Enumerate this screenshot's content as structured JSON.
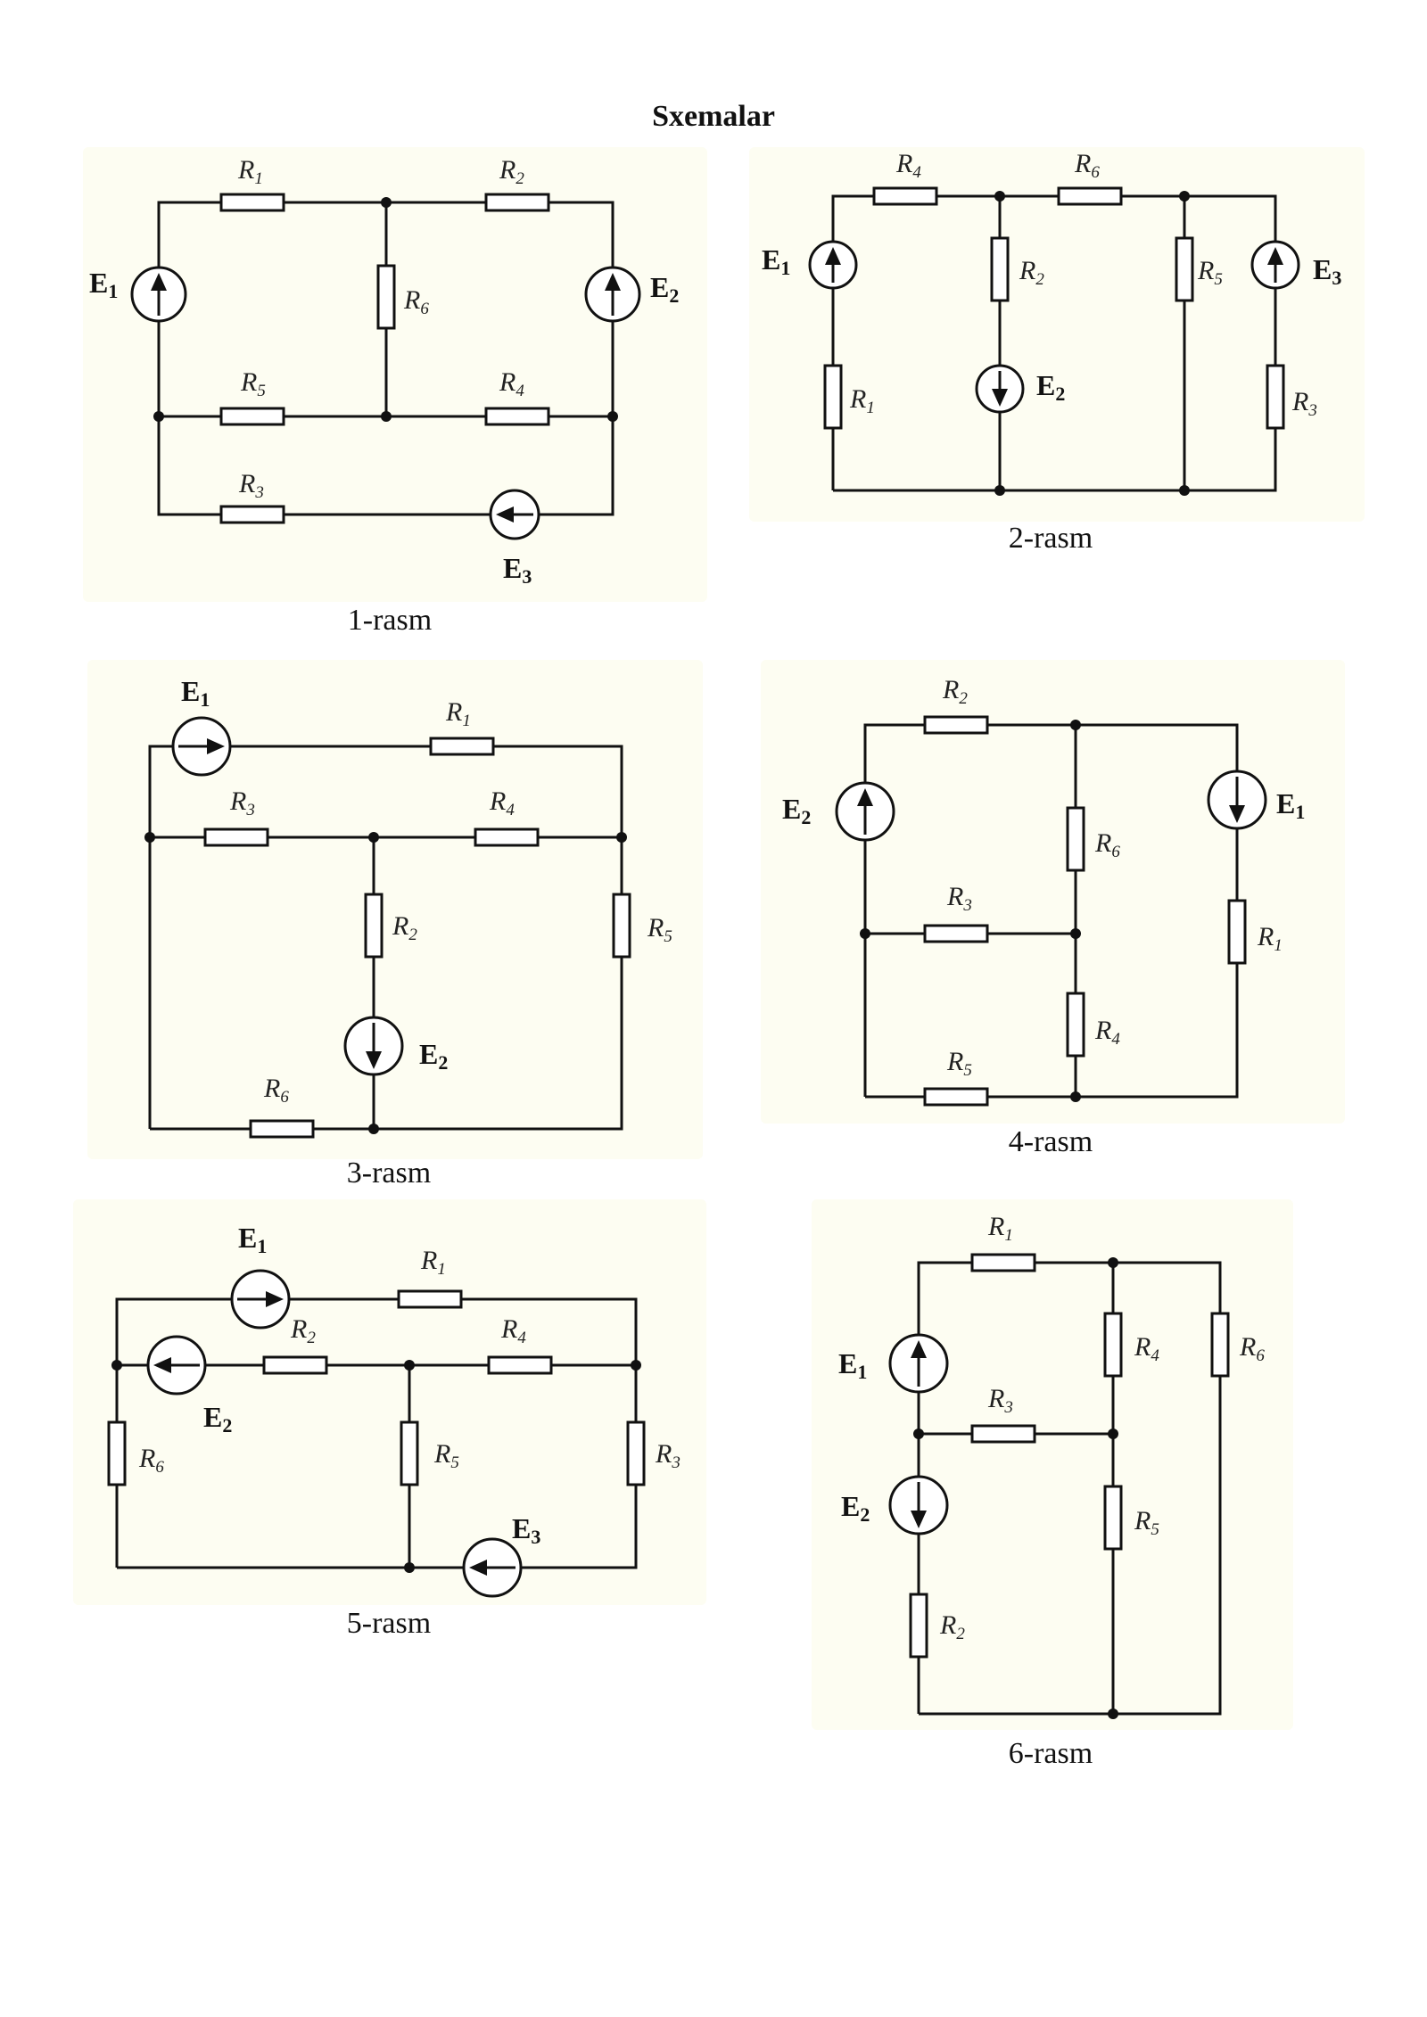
{
  "page_title": "Sxemalar",
  "figures": [
    {
      "caption": "1-rasm",
      "resistors": [
        {
          "id": "R1",
          "n": "1"
        },
        {
          "id": "R2",
          "n": "2"
        },
        {
          "id": "R3",
          "n": "3"
        },
        {
          "id": "R4",
          "n": "4"
        },
        {
          "id": "R5",
          "n": "5"
        },
        {
          "id": "R6",
          "n": "6"
        }
      ],
      "sources": [
        {
          "id": "E1",
          "n": "1"
        },
        {
          "id": "E2",
          "n": "2"
        },
        {
          "id": "E3",
          "n": "3"
        }
      ]
    },
    {
      "caption": "2-rasm",
      "resistors": [
        {
          "id": "R1",
          "n": "1"
        },
        {
          "id": "R2",
          "n": "2"
        },
        {
          "id": "R3",
          "n": "3"
        },
        {
          "id": "R4",
          "n": "4"
        },
        {
          "id": "R5",
          "n": "5"
        },
        {
          "id": "R6",
          "n": "6"
        }
      ],
      "sources": [
        {
          "id": "E1",
          "n": "1"
        },
        {
          "id": "E2",
          "n": "2"
        },
        {
          "id": "E3",
          "n": "3"
        }
      ]
    },
    {
      "caption": "3-rasm",
      "resistors": [
        {
          "id": "R1",
          "n": "1"
        },
        {
          "id": "R2",
          "n": "2"
        },
        {
          "id": "R3",
          "n": "3"
        },
        {
          "id": "R4",
          "n": "4"
        },
        {
          "id": "R5",
          "n": "5"
        },
        {
          "id": "R6",
          "n": "6"
        }
      ],
      "sources": [
        {
          "id": "E1",
          "n": "1"
        },
        {
          "id": "E2",
          "n": "2"
        }
      ]
    },
    {
      "caption": "4-rasm",
      "resistors": [
        {
          "id": "R1",
          "n": "1"
        },
        {
          "id": "R2",
          "n": "2"
        },
        {
          "id": "R3",
          "n": "3"
        },
        {
          "id": "R4",
          "n": "4"
        },
        {
          "id": "R5",
          "n": "5"
        },
        {
          "id": "R6",
          "n": "6"
        }
      ],
      "sources": [
        {
          "id": "E1",
          "n": "1"
        },
        {
          "id": "E2",
          "n": "2"
        }
      ]
    },
    {
      "caption": "5-rasm",
      "resistors": [
        {
          "id": "R1",
          "n": "1"
        },
        {
          "id": "R2",
          "n": "2"
        },
        {
          "id": "R3",
          "n": "3"
        },
        {
          "id": "R4",
          "n": "4"
        },
        {
          "id": "R5",
          "n": "5"
        },
        {
          "id": "R6",
          "n": "6"
        }
      ],
      "sources": [
        {
          "id": "E1",
          "n": "1"
        },
        {
          "id": "E2",
          "n": "2"
        },
        {
          "id": "E3",
          "n": "3"
        }
      ]
    },
    {
      "caption": "6-rasm",
      "resistors": [
        {
          "id": "R1",
          "n": "1"
        },
        {
          "id": "R2",
          "n": "2"
        },
        {
          "id": "R3",
          "n": "3"
        },
        {
          "id": "R4",
          "n": "4"
        },
        {
          "id": "R5",
          "n": "5"
        },
        {
          "id": "R6",
          "n": "6"
        }
      ],
      "sources": [
        {
          "id": "E1",
          "n": "1"
        },
        {
          "id": "E2",
          "n": "2"
        }
      ]
    }
  ],
  "symbols": {
    "resistor_letter": "R",
    "source_letter": "E"
  }
}
